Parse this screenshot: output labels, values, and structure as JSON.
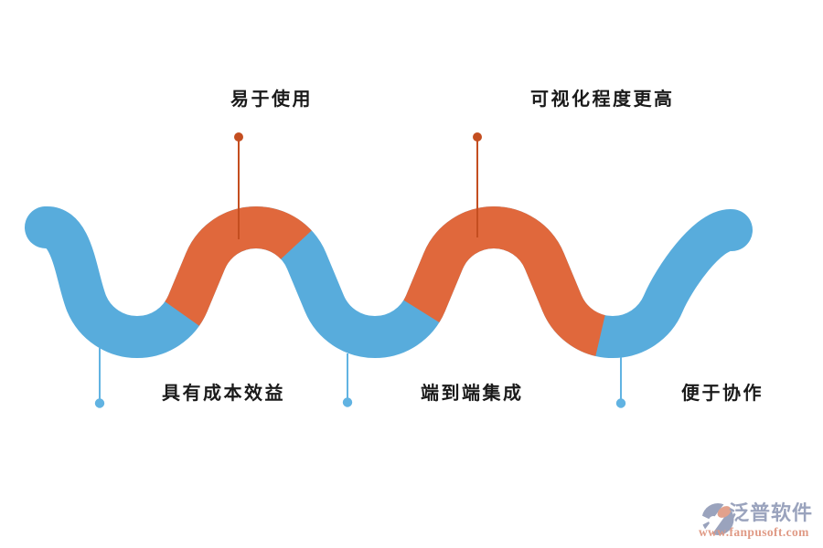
{
  "colors": {
    "background": "#ffffff",
    "wave_blue": "#58ACDC",
    "wave_orange": "#E0683C",
    "marker_orange": "#C44E20",
    "marker_blue": "#61B3E2",
    "label_text": "#1A1A1A",
    "brand_gray": "#9AA3BD",
    "url_salmon": "#E09A85",
    "leaf_salmon": "#E2A18C"
  },
  "labels": {
    "top": [
      {
        "text": "易于使用"
      },
      {
        "text": "可视化程度更高"
      }
    ],
    "bottom": [
      {
        "text": "具有成本效益"
      },
      {
        "text": "端到端集成"
      },
      {
        "text": "便于协作"
      }
    ]
  },
  "watermark": {
    "brand": "泛普软件",
    "url": "www.fanpusoft.com"
  }
}
